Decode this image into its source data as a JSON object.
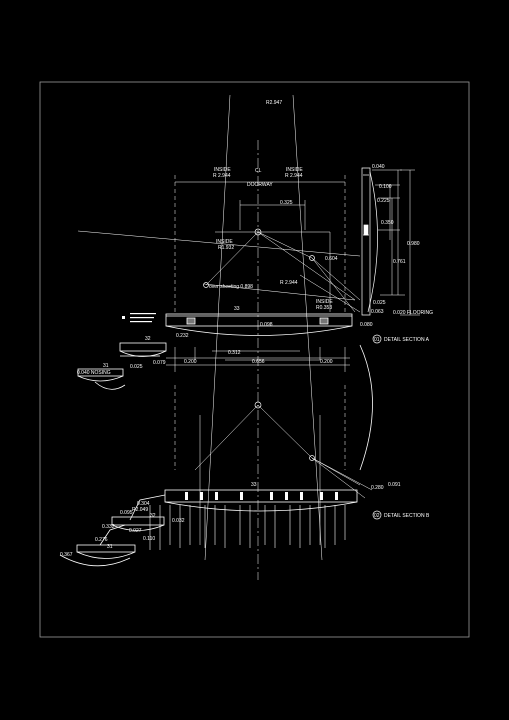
{
  "drawing": {
    "background_color": "#000000",
    "line_color": "#ffffff",
    "frame_color": "#9a9a9a",
    "labels": {
      "radius_top": "R2.947",
      "inside_left_1": "INSIDE",
      "inside_left_2": "R 2.944",
      "cl": "CL",
      "inside_right_1": "INSIDE",
      "inside_right_2": "R 2.944",
      "doorway": "DOORWAY",
      "dim_0325": "0.325",
      "inside_mid_1": "INSIDE",
      "inside_mid_2": "R1.932",
      "dim_0604": "0.604",
      "r2944": "R 2.944",
      "over_sheeting": "over sheeting 0.898",
      "inside_low_1": "INSIDE",
      "inside_low_2": "R0.353",
      "side_0040": "0.040",
      "side_0100": "0.100",
      "side_0225": "0.225",
      "side_0350": "0.350",
      "side_0761": "0.761",
      "side_0980": "0.980",
      "dim_0025": "0.025",
      "dim_0020_flooring": "0.020 FLOORING",
      "dim_0063": "0.063",
      "dim_0080": "0.080",
      "step_33_a": "33",
      "dim_0098": "0.098",
      "dim_0232": "0.232",
      "dim_0312": "0.312",
      "dim_0200_l": "0.200",
      "dim_0656": "0.656",
      "dim_0200_r": "0.200",
      "step_32_a": "32",
      "step_31_a": "31",
      "dim_0025_b": "0.025",
      "dim_0079": "0.079",
      "nosing": "0.040 NOSING",
      "section_a_num": "01",
      "section_a": "DETAIL SECTION A",
      "step_33_b": "33",
      "dim_0091": "0.091",
      "dim_0280": "0.280",
      "section_b_num": "02",
      "section_b": "DETAIL SECTION B",
      "dim_0304": "0.304",
      "r2049": "R2.049",
      "dim_0032": "0.032",
      "dim_0095": "0.095",
      "step_32_b": "32",
      "dim_0332": "0.332",
      "dim_0027": "0.027",
      "dim_0110": "0.110",
      "dim_0276": "0.276",
      "step_31_b": "31",
      "dim_0367": "0.367"
    }
  }
}
